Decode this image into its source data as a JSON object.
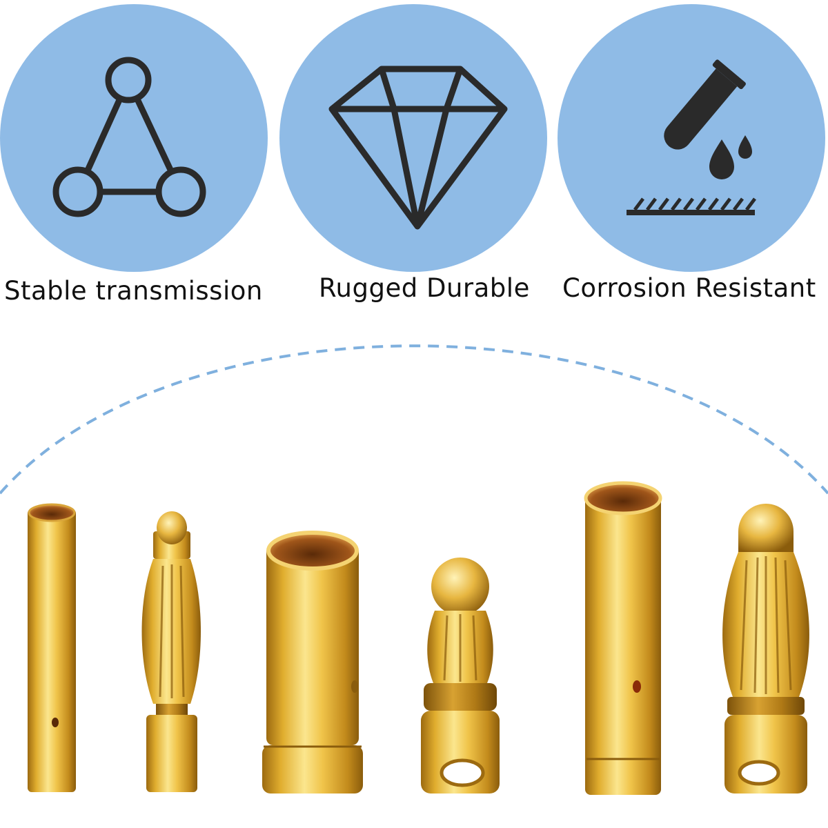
{
  "features": [
    {
      "label": "Stable transmission",
      "icon": "network-triangle-icon"
    },
    {
      "label": "Rugged Durable",
      "icon": "diamond-icon"
    },
    {
      "label": "Corrosion Resistant",
      "icon": "test-tube-drop-icon"
    }
  ],
  "colors": {
    "circle_fill": "#8fbbe6",
    "icon_stroke": "#2a2a2a",
    "arc_dash": "#7fb0de",
    "gold_light": "#f7dc78",
    "gold_mid": "#e0ad2e",
    "gold_dark": "#9c6a10"
  }
}
